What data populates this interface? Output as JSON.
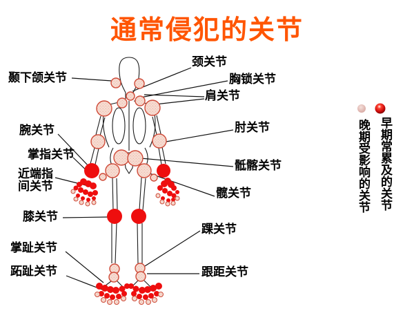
{
  "title": {
    "text": "通常侵犯的关节",
    "color": "#ff5502"
  },
  "labels": {
    "left": [
      {
        "name": "temporomandibular-joint",
        "text": "颞下颌关节"
      },
      {
        "name": "wrist-joint",
        "text": "腕关节"
      },
      {
        "name": "metacarpophalangeal-joint",
        "text": "掌指关节"
      },
      {
        "name": "proximal-interphalangeal-joint",
        "text": "近端指间关节"
      },
      {
        "name": "knee-joint",
        "text": "膝关节"
      },
      {
        "name": "palm-toe-joint",
        "text": "掌趾关节"
      },
      {
        "name": "metatarsophalangeal-joint",
        "text": "跖趾关节"
      }
    ],
    "right": [
      {
        "name": "neck-joint",
        "text": "颈关节"
      },
      {
        "name": "sternoclavicular-joint",
        "text": "胸锁关节"
      },
      {
        "name": "shoulder-joint",
        "text": "肩关节"
      },
      {
        "name": "elbow-joint",
        "text": "肘关节"
      },
      {
        "name": "sacroiliac-joint",
        "text": "骶髂关节"
      },
      {
        "name": "hip-joint",
        "text": "髋关节"
      },
      {
        "name": "ankle-joint",
        "text": "踝关节"
      },
      {
        "name": "talocalcaneal-joint",
        "text": "跟距关节"
      }
    ]
  },
  "legend": {
    "early": {
      "text": "早期常累及的关节",
      "marker": "red-glossy-sphere",
      "color": "#cc0a0a"
    },
    "late": {
      "text": "晚期受影响的关节",
      "marker": "pink-speckled-dot",
      "color": "#dfb4ae"
    }
  },
  "colors": {
    "title": "#ff5502",
    "early_joint_fill": "#ee0e0e",
    "late_joint_fill": "#f7ddd3",
    "late_joint_stroke": "#cf4a38",
    "leader_line": "#111111",
    "background": "#ffffff"
  }
}
